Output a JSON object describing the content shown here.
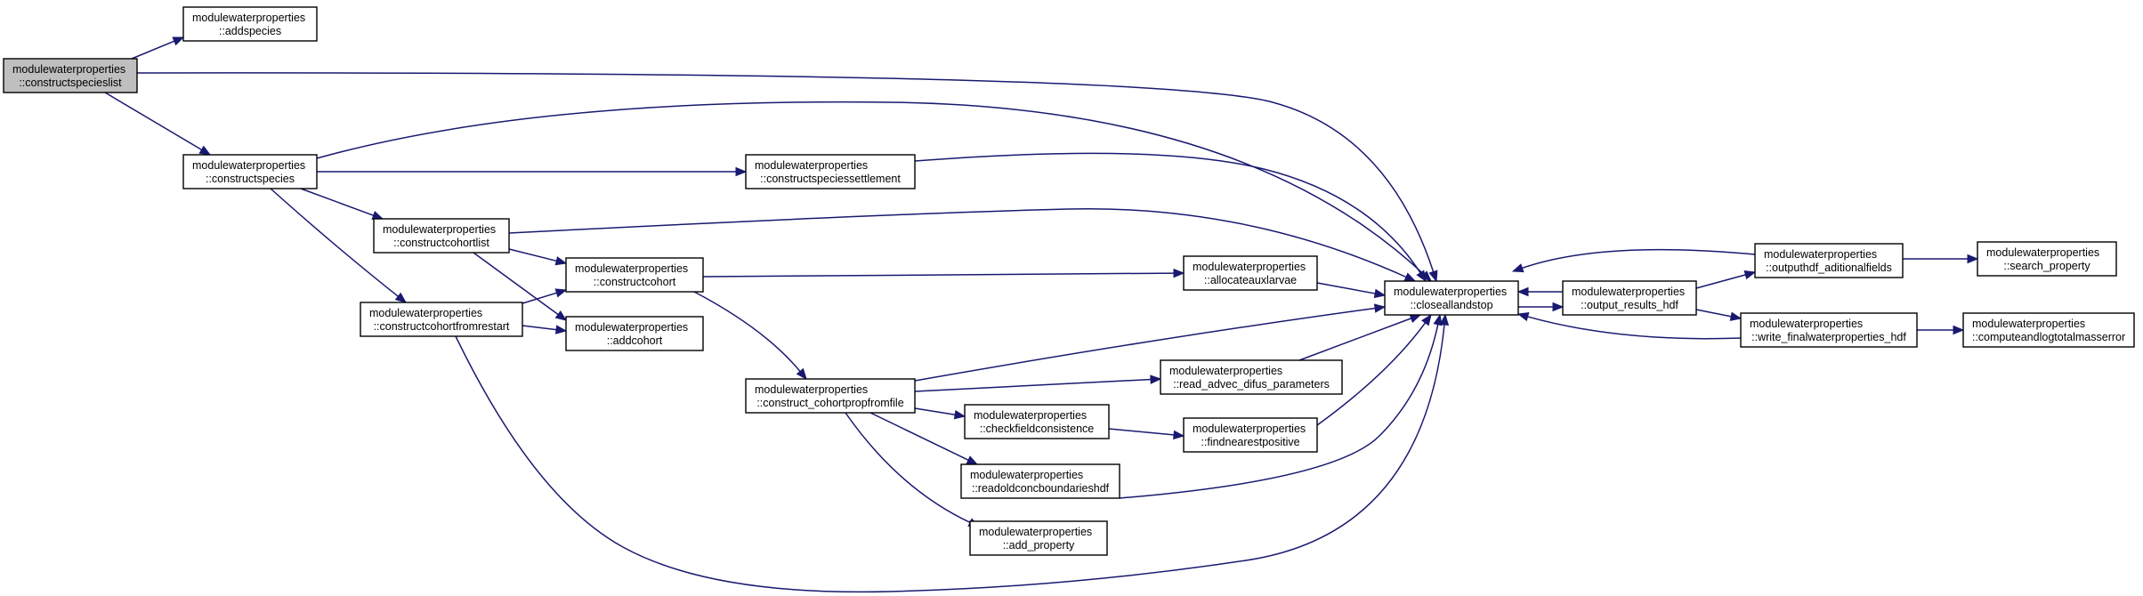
{
  "diagram": {
    "type": "call-graph",
    "colors": {
      "edge": "#191970",
      "node_fill": "#ffffff",
      "root_fill": "#bfbfbf",
      "border": "#000000"
    },
    "nodes": [
      {
        "id": "constructspecieslist",
        "line1": "modulewaterproperties",
        "line2": "::constructspecieslist",
        "root": true
      },
      {
        "id": "addspecies",
        "line1": "modulewaterproperties",
        "line2": "::addspecies"
      },
      {
        "id": "constructspecies",
        "line1": "modulewaterproperties",
        "line2": "::constructspecies"
      },
      {
        "id": "constructspeciessettlement",
        "line1": "modulewaterproperties",
        "line2": "::constructspeciessettlement"
      },
      {
        "id": "constructcohortlist",
        "line1": "modulewaterproperties",
        "line2": "::constructcohortlist"
      },
      {
        "id": "constructcohort",
        "line1": "modulewaterproperties",
        "line2": "::constructcohort"
      },
      {
        "id": "constructcohortfromrestart",
        "line1": "modulewaterproperties",
        "line2": "::constructcohortfromrestart"
      },
      {
        "id": "addcohort",
        "line1": "modulewaterproperties",
        "line2": "::addcohort"
      },
      {
        "id": "allocateauxlarvae",
        "line1": "modulewaterproperties",
        "line2": "::allocateauxlarvae"
      },
      {
        "id": "construct_cohortpropfromfile",
        "line1": "modulewaterproperties",
        "line2": "::construct_cohortpropfromfile"
      },
      {
        "id": "read_advec_difus_parameters",
        "line1": "modulewaterproperties",
        "line2": "::read_advec_difus_parameters"
      },
      {
        "id": "checkfieldconsistence",
        "line1": "modulewaterproperties",
        "line2": "::checkfieldconsistence"
      },
      {
        "id": "findnearestpositive",
        "line1": "modulewaterproperties",
        "line2": "::findnearestpositive"
      },
      {
        "id": "readoldconcboundarieshdf",
        "line1": "modulewaterproperties",
        "line2": "::readoldconcboundarieshdf"
      },
      {
        "id": "add_property",
        "line1": "modulewaterproperties",
        "line2": "::add_property"
      },
      {
        "id": "closeallandstop",
        "line1": "modulewaterproperties",
        "line2": "::closeallandstop"
      },
      {
        "id": "output_results_hdf",
        "line1": "modulewaterproperties",
        "line2": "::output_results_hdf"
      },
      {
        "id": "outputhdf_aditionalfields",
        "line1": "modulewaterproperties",
        "line2": "::outputhdf_aditionalfields"
      },
      {
        "id": "search_property",
        "line1": "modulewaterproperties",
        "line2": "::search_property"
      },
      {
        "id": "write_finalwaterproperties_hdf",
        "line1": "modulewaterproperties",
        "line2": "::write_finalwaterproperties_hdf"
      },
      {
        "id": "computeandlogtotalmasserror",
        "line1": "modulewaterproperties",
        "line2": "::computeandlogtotalmasserror"
      }
    ],
    "edges": [
      [
        "constructspecieslist",
        "addspecies"
      ],
      [
        "constructspecieslist",
        "closeallandstop"
      ],
      [
        "constructspecieslist",
        "constructspecies"
      ],
      [
        "constructspecies",
        "closeallandstop"
      ],
      [
        "constructspecies",
        "constructspeciessettlement"
      ],
      [
        "constructspecies",
        "constructcohortlist"
      ],
      [
        "constructspecies",
        "constructcohortfromrestart"
      ],
      [
        "constructspeciessettlement",
        "closeallandstop"
      ],
      [
        "constructcohortlist",
        "closeallandstop"
      ],
      [
        "constructcohortlist",
        "constructcohort"
      ],
      [
        "constructcohortlist",
        "addcohort"
      ],
      [
        "constructcohortfromrestart",
        "constructcohort"
      ],
      [
        "constructcohortfromrestart",
        "addcohort"
      ],
      [
        "constructcohortfromrestart",
        "closeallandstop"
      ],
      [
        "constructcohort",
        "allocateauxlarvae"
      ],
      [
        "constructcohort",
        "construct_cohortpropfromfile"
      ],
      [
        "allocateauxlarvae",
        "closeallandstop"
      ],
      [
        "construct_cohortpropfromfile",
        "closeallandstop"
      ],
      [
        "construct_cohortpropfromfile",
        "read_advec_difus_parameters"
      ],
      [
        "construct_cohortpropfromfile",
        "checkfieldconsistence"
      ],
      [
        "construct_cohortpropfromfile",
        "readoldconcboundarieshdf"
      ],
      [
        "construct_cohortpropfromfile",
        "add_property"
      ],
      [
        "read_advec_difus_parameters",
        "closeallandstop"
      ],
      [
        "checkfieldconsistence",
        "findnearestpositive"
      ],
      [
        "findnearestpositive",
        "closeallandstop"
      ],
      [
        "readoldconcboundarieshdf",
        "closeallandstop"
      ],
      [
        "closeallandstop",
        "output_results_hdf"
      ],
      [
        "output_results_hdf",
        "closeallandstop"
      ],
      [
        "output_results_hdf",
        "outputhdf_aditionalfields"
      ],
      [
        "output_results_hdf",
        "write_finalwaterproperties_hdf"
      ],
      [
        "outputhdf_aditionalfields",
        "closeallandstop"
      ],
      [
        "outputhdf_aditionalfields",
        "search_property"
      ],
      [
        "write_finalwaterproperties_hdf",
        "closeallandstop"
      ],
      [
        "write_finalwaterproperties_hdf",
        "computeandlogtotalmasserror"
      ]
    ]
  }
}
